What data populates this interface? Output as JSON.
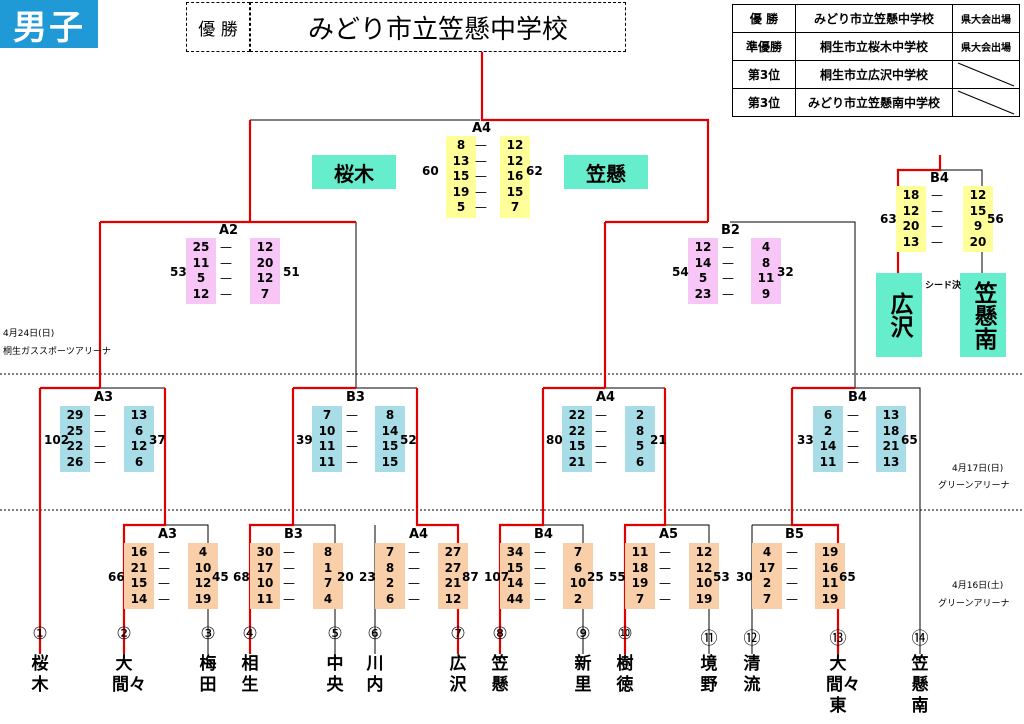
{
  "gender_badge": "男子",
  "champion": {
    "label": "優 勝",
    "name": "みどり市立笠懸中学校"
  },
  "results": [
    {
      "rank": "優 勝",
      "school": "みどり市立笠懸中学校",
      "note": "県大会出場"
    },
    {
      "rank": "準優勝",
      "school": "桐生市立桜木中学校",
      "note": "県大会出場"
    },
    {
      "rank": "第3位",
      "school": "桐生市立広沢中学校",
      "note": ""
    },
    {
      "rank": "第3位",
      "school": "みどり市立笠懸南中学校",
      "note": ""
    }
  ],
  "colors": {
    "yellow": "#ffff99",
    "pink": "#f8c6f6",
    "blue": "#a8dde8",
    "orange": "#f8cfa8",
    "green": "#66eecc",
    "red": "#e00000",
    "badge": "#1f9ad6"
  },
  "finalists": {
    "left": "桜木",
    "right": "笠懸"
  },
  "bronze_teams": {
    "left": "広沢",
    "right": "笠懸南",
    "note": "シード決"
  },
  "schedule": [
    {
      "date": "4月24日(日)",
      "venue": "桐生ガススポーツアリーナ"
    },
    {
      "date": "4月17日(日)",
      "venue": "グリーンアリーナ"
    },
    {
      "date": "4月16日(土)",
      "venue": "グリーンアリーナ"
    }
  ],
  "dash_mark": "—",
  "teams": [
    {
      "num": "①",
      "name": "桜木"
    },
    {
      "num": "②",
      "name": "大間々"
    },
    {
      "num": "③",
      "name": "梅田"
    },
    {
      "num": "④",
      "name": "相生"
    },
    {
      "num": "⑤",
      "name": "中央"
    },
    {
      "num": "⑥",
      "name": "川内"
    },
    {
      "num": "⑦",
      "name": "広沢"
    },
    {
      "num": "⑧",
      "name": "笠懸"
    },
    {
      "num": "⑨",
      "name": "新里"
    },
    {
      "num": "⑩",
      "name": "樹徳"
    },
    {
      "num": "⑪",
      "name": "境野"
    },
    {
      "num": "⑫",
      "name": "清流"
    },
    {
      "num": "⑬",
      "name": "大間々東"
    },
    {
      "num": "⑭",
      "name": "笠懸南"
    }
  ],
  "matches": [
    {
      "id": "A4",
      "color": "yellow",
      "left": [
        "8",
        "13",
        "15",
        "19",
        "5"
      ],
      "right": [
        "12",
        "12",
        "16",
        "15",
        "7"
      ],
      "left_total": "60",
      "right_total": "62"
    },
    {
      "id": "A2",
      "color": "pink",
      "left": [
        "25",
        "11",
        "5",
        "12"
      ],
      "right": [
        "12",
        "20",
        "12",
        "7"
      ],
      "left_total": "53",
      "right_total": "51"
    },
    {
      "id": "B2",
      "color": "pink",
      "left": [
        "12",
        "14",
        "5",
        "23"
      ],
      "right": [
        "4",
        "8",
        "11",
        "9"
      ],
      "left_total": "54",
      "right_total": "32"
    },
    {
      "id": "B4",
      "color": "yellow",
      "left": [
        "18",
        "12",
        "20",
        "13"
      ],
      "right": [
        "12",
        "15",
        "9",
        "20"
      ],
      "left_total": "63",
      "right_total": "56"
    },
    {
      "id": "A3",
      "color": "blue",
      "left": [
        "29",
        "25",
        "22",
        "26"
      ],
      "right": [
        "13",
        "6",
        "12",
        "6"
      ],
      "left_total": "102",
      "right_total": "37"
    },
    {
      "id": "B3",
      "color": "blue",
      "left": [
        "7",
        "10",
        "11",
        "11"
      ],
      "right": [
        "8",
        "14",
        "15",
        "15"
      ],
      "left_total": "39",
      "right_total": "52"
    },
    {
      "id": "A4",
      "color": "blue",
      "left": [
        "22",
        "22",
        "15",
        "21"
      ],
      "right": [
        "2",
        "8",
        "5",
        "6"
      ],
      "left_total": "80",
      "right_total": "21"
    },
    {
      "id": "B4",
      "color": "blue",
      "left": [
        "6",
        "2",
        "14",
        "11"
      ],
      "right": [
        "13",
        "18",
        "21",
        "13"
      ],
      "left_total": "33",
      "right_total": "65"
    },
    {
      "id": "A3",
      "color": "orange",
      "left": [
        "16",
        "21",
        "15",
        "14"
      ],
      "right": [
        "4",
        "10",
        "12",
        "19"
      ],
      "left_total": "66",
      "right_total": "45"
    },
    {
      "id": "B3",
      "color": "orange",
      "left": [
        "30",
        "17",
        "10",
        "11"
      ],
      "right": [
        "8",
        "1",
        "7",
        "4"
      ],
      "left_total": "68",
      "right_total": "20"
    },
    {
      "id": "A4",
      "color": "orange",
      "left": [
        "7",
        "8",
        "2",
        "6"
      ],
      "right": [
        "27",
        "27",
        "21",
        "12"
      ],
      "left_total": "23",
      "right_total": "87"
    },
    {
      "id": "B4",
      "color": "orange",
      "left": [
        "34",
        "15",
        "14",
        "44"
      ],
      "right": [
        "7",
        "6",
        "10",
        "2"
      ],
      "left_total": "107",
      "right_total": "25"
    },
    {
      "id": "A5",
      "color": "orange",
      "left": [
        "11",
        "18",
        "19",
        "7"
      ],
      "right": [
        "12",
        "12",
        "10",
        "19"
      ],
      "left_total": "55",
      "right_total": "53"
    },
    {
      "id": "B5",
      "color": "orange",
      "left": [
        "4",
        "17",
        "2",
        "7"
      ],
      "right": [
        "19",
        "16",
        "11",
        "19"
      ],
      "left_total": "30",
      "right_total": "65"
    }
  ]
}
